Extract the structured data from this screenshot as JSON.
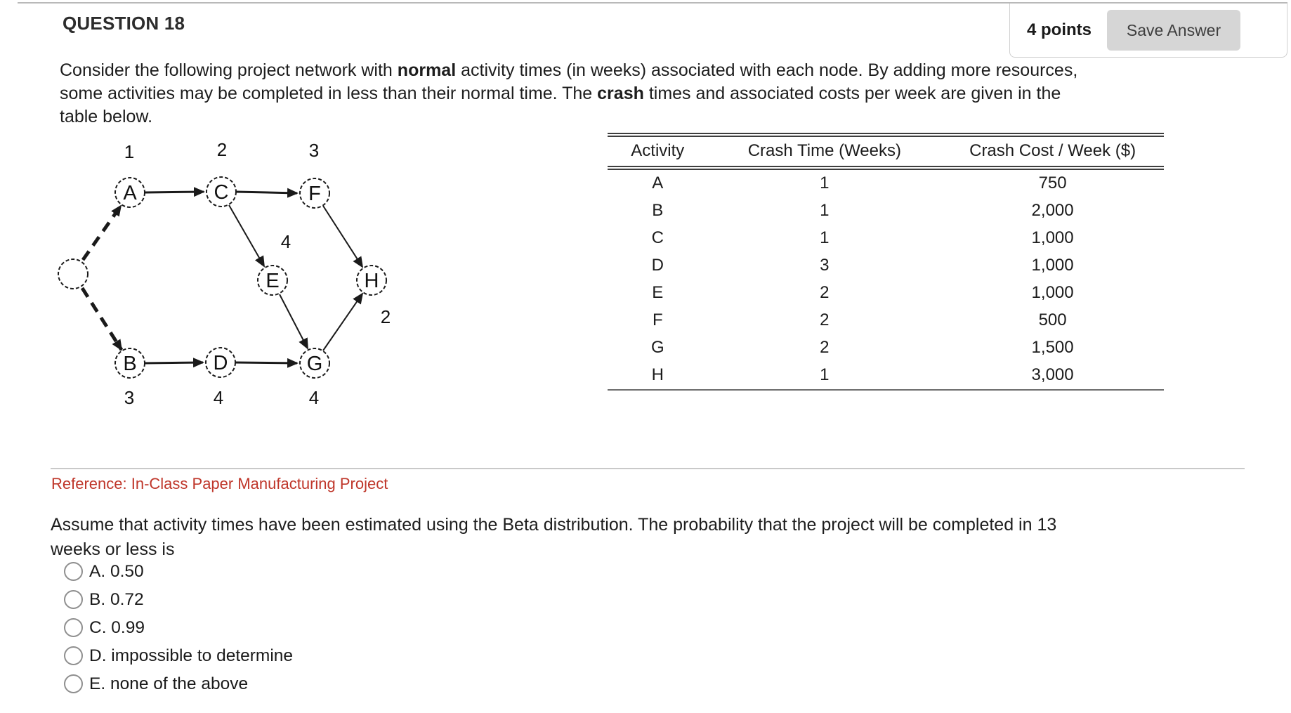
{
  "header": {
    "title": "QUESTION 18",
    "points": "4 points",
    "save_button": "Save Answer"
  },
  "colors": {
    "reference_red": "#bf362a",
    "save_button_bg": "#d6d6d6",
    "rule_gray": "#c9c9c9"
  },
  "intro": {
    "lines": [
      [
        {
          "text": "Consider the following project network with "
        },
        {
          "text": "normal",
          "bold": true
        },
        {
          "text": " activity times (in weeks) associated with each node. By adding more resources,"
        }
      ],
      [
        {
          "text": "some activities may be completed in less than their normal time. The "
        },
        {
          "text": "crash",
          "bold": true
        },
        {
          "text": " times and associated costs per week are given in the"
        }
      ],
      [
        {
          "text": "table below."
        }
      ]
    ]
  },
  "diagram": {
    "node_labels": {
      "start": "",
      "a": "A",
      "b": "B",
      "c": "C",
      "d": "D",
      "e": "E",
      "f": "F",
      "g": "G",
      "h": "H"
    },
    "time_labels": {
      "a": "1",
      "b": "3",
      "c": "2",
      "d": "4",
      "e": "4",
      "f": "3",
      "g": "4",
      "h": "2"
    },
    "edges": [
      "start-A (dashed)",
      "start-B (dashed)",
      "A-C",
      "C-F",
      "C-E",
      "F-H",
      "E-G",
      "B-D",
      "D-G",
      "G-H"
    ]
  },
  "crash_table": {
    "columns": [
      "Activity",
      "Crash Time (Weeks)",
      "Crash Cost / Week ($)"
    ],
    "rows": [
      {
        "activity": "A",
        "crash_time": "1",
        "crash_cost": "750"
      },
      {
        "activity": "B",
        "crash_time": "1",
        "crash_cost": "2,000"
      },
      {
        "activity": "C",
        "crash_time": "1",
        "crash_cost": "1,000"
      },
      {
        "activity": "D",
        "crash_time": "3",
        "crash_cost": "1,000"
      },
      {
        "activity": "E",
        "crash_time": "2",
        "crash_cost": "1,000"
      },
      {
        "activity": "F",
        "crash_time": "2",
        "crash_cost": "500"
      },
      {
        "activity": "G",
        "crash_time": "2",
        "crash_cost": "1,500"
      },
      {
        "activity": "H",
        "crash_time": "1",
        "crash_cost": "3,000"
      }
    ]
  },
  "reference": {
    "text": "Reference: In-Class Paper Manufacturing Project"
  },
  "question2": {
    "lines": [
      "Assume that activity times have been estimated using the Beta distribution. The probability that the project will be completed in 13",
      "weeks or less is"
    ]
  },
  "options": {
    "items": [
      "A. 0.50",
      "B. 0.72",
      "C. 0.99",
      "D. impossible to determine",
      "E. none of the above"
    ]
  }
}
